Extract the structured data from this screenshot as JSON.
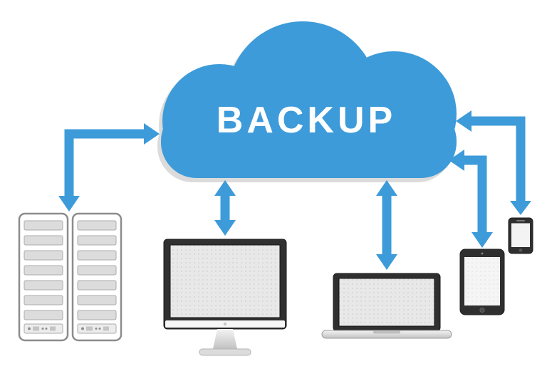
{
  "diagram": {
    "background_color": "#FFFFFF",
    "accent_color": "#3D9BD9",
    "cloud": {
      "label": "BACKUP",
      "fill": "#3D9BD9",
      "shadow_color": "#DBDBDB",
      "text_color": "#FFFFFF"
    },
    "devices": [
      {
        "id": "server-tower-left",
        "name": "server tower"
      },
      {
        "id": "server-tower-right",
        "name": "server tower"
      },
      {
        "id": "desktop-monitor",
        "name": "desktop computer"
      },
      {
        "id": "laptop",
        "name": "laptop computer"
      },
      {
        "id": "tablet",
        "name": "tablet"
      },
      {
        "id": "smartphone",
        "name": "smartphone"
      }
    ],
    "connections": [
      {
        "from": "server-towers",
        "to": "cloud",
        "bidirectional": true,
        "shape": "elbow"
      },
      {
        "from": "desktop-monitor",
        "to": "cloud",
        "bidirectional": true,
        "shape": "straight"
      },
      {
        "from": "laptop",
        "to": "cloud",
        "bidirectional": true,
        "shape": "straight"
      },
      {
        "from": "tablet",
        "to": "cloud",
        "bidirectional": true,
        "shape": "elbow"
      },
      {
        "from": "smartphone",
        "to": "cloud",
        "bidirectional": true,
        "shape": "elbow"
      }
    ]
  }
}
